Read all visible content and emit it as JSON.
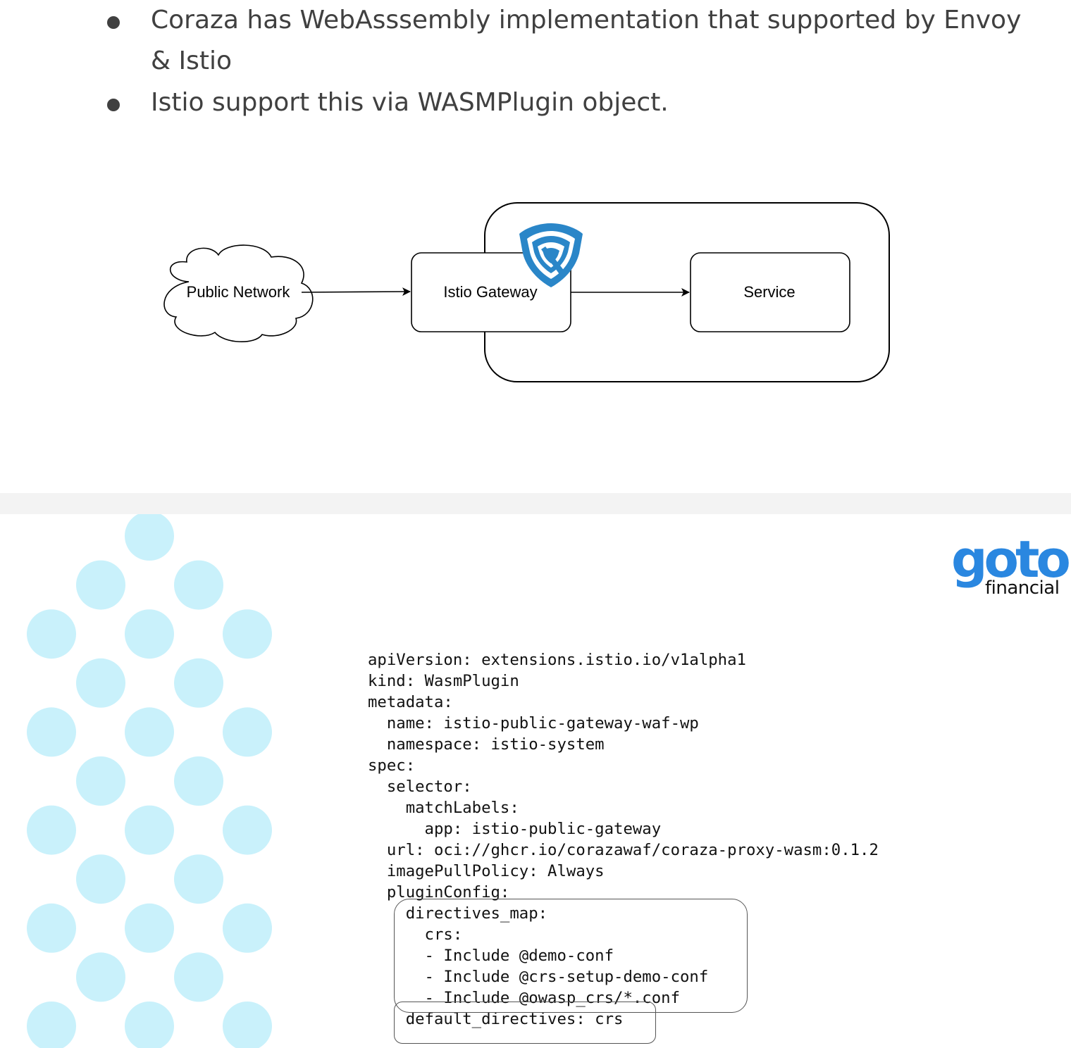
{
  "slide1": {
    "bullets": [
      "Coraza has WebAsssembly implementation that supported by Envoy & Istio",
      "Istio support this via WASMPlugin object."
    ],
    "diagram": {
      "nodes": {
        "public_network": "Public Network",
        "istio_gateway": "Istio Gateway",
        "service": "Service"
      },
      "logo_color": "#2a86c8"
    }
  },
  "slide2": {
    "logo": {
      "primary": "goto",
      "secondary": "financial",
      "brand_color": "#2a87e0"
    },
    "dot_color": "#c9f1fb",
    "code_lines": [
      "apiVersion: extensions.istio.io/v1alpha1",
      "kind: WasmPlugin",
      "metadata:",
      "  name: istio-public-gateway-waf-wp",
      "  namespace: istio-system",
      "spec:",
      "  selector:",
      "    matchLabels:",
      "      app: istio-public-gateway",
      "  url: oci://ghcr.io/corazawaf/coraza-proxy-wasm:0.1.2",
      "  imagePullPolicy: Always",
      "  pluginConfig:",
      "    directives_map:",
      "      crs:",
      "      - Include @demo-conf",
      "      - Include @crs-setup-demo-conf",
      "      - Include @owasp_crs/*.conf",
      "    default_directives: crs"
    ]
  }
}
